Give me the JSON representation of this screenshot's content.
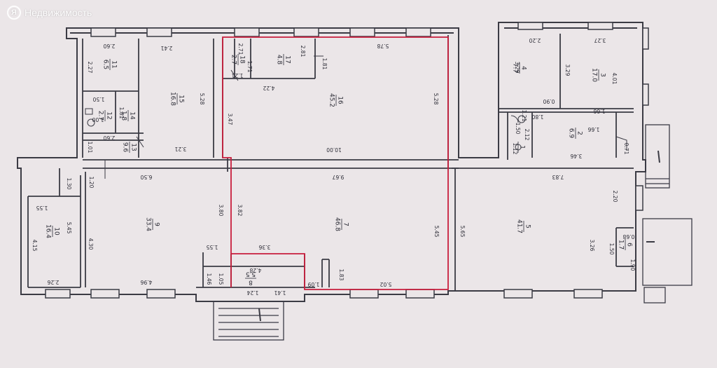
{
  "watermark": {
    "logo_letter": "Я",
    "text": "Недвижимость"
  },
  "rooms": [
    {
      "id": "r11",
      "number": "11",
      "area": "6.5"
    },
    {
      "id": "r15",
      "number": "15",
      "area": "16.8"
    },
    {
      "id": "r17",
      "number": "17",
      "area": "4.8"
    },
    {
      "id": "r18",
      "number": "18",
      "area": "2.7"
    },
    {
      "id": "r16",
      "number": "16",
      "area": "45.2"
    },
    {
      "id": "r12",
      "number": "12",
      "area": "2.7"
    },
    {
      "id": "r14",
      "number": "14",
      "area": "1.8"
    },
    {
      "id": "r13",
      "number": "13",
      "area": "9.6"
    },
    {
      "id": "r10",
      "number": "10",
      "area": "16.4"
    },
    {
      "id": "r9",
      "number": "9",
      "area": "33.4"
    },
    {
      "id": "r7",
      "number": "7",
      "area": "46.8"
    },
    {
      "id": "r8",
      "number": "8",
      "area": "5.5"
    },
    {
      "id": "r4",
      "number": "4",
      "area": "7.7"
    },
    {
      "id": "r3",
      "number": "3",
      "area": "17.0"
    },
    {
      "id": "r2",
      "number": "2",
      "area": "6.9"
    },
    {
      "id": "r1",
      "number": "1",
      "area": ""
    },
    {
      "id": "r5",
      "number": "5",
      "area": "41.7"
    },
    {
      "id": "r6",
      "number": "6",
      "area": "1.7"
    }
  ],
  "dimensions": [
    "2.60",
    "2.41",
    "2.27",
    "5.28",
    "1.50",
    "1.00",
    "1.81",
    "1.01",
    "2.60",
    "3.21",
    "2.71",
    "1.71",
    "2.81",
    "1.21",
    "4.22",
    "1.81",
    "5.78",
    "5.28",
    "3.47",
    "10.00",
    "2.20",
    "3.27",
    "3.29",
    "3.29",
    "4.01",
    "0.90",
    "1.66",
    "1.80",
    "1.66",
    "2.12",
    "1.12",
    "3.46",
    "0.71",
    "6.50",
    "9.67",
    "7.83",
    "1.30",
    "1.20",
    "1.55",
    "5.45",
    "4.15",
    "4.30",
    "3.80",
    "3.82",
    "5.45",
    "5.65",
    "2.20",
    "3.26",
    "2.26",
    "4.96",
    "1.55",
    "3.36",
    "4.28",
    "1.46",
    "1.05",
    "1.24",
    "1.41",
    "1.09",
    "1.83",
    "5.02",
    "1.50",
    "0.68",
    "1.90",
    "1.50",
    "1.21"
  ]
}
